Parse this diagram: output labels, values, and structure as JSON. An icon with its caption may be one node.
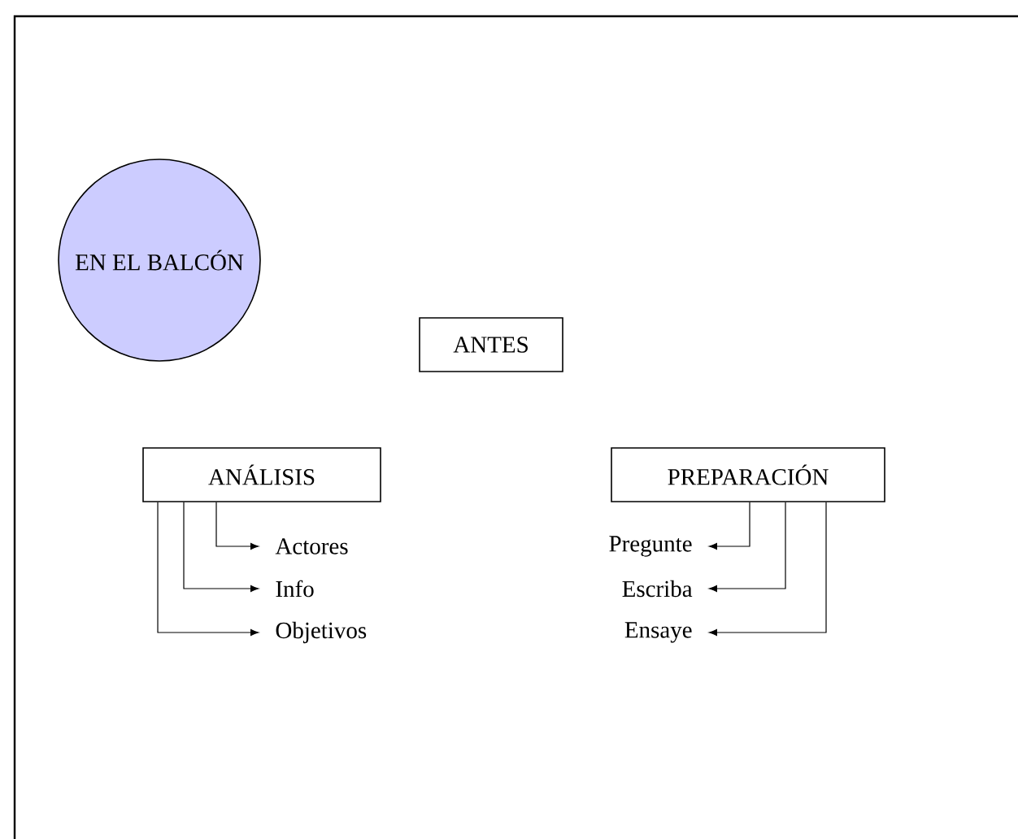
{
  "diagram": {
    "nodes": [
      {
        "text": [
          "EN EL BALCÓN"
        ]
      },
      {
        "text": [
          "ANTES"
        ]
      },
      {
        "text": [
          "ANÁLISIS"
        ]
      },
      {
        "text": [
          "PREPARACIÓN"
        ]
      },
      {
        "text": [
          "Actores"
        ]
      },
      {
        "text": [
          "Info"
        ]
      },
      {
        "text": [
          "Objetivos"
        ]
      },
      {
        "text": [
          "Pregunte"
        ]
      },
      {
        "text": [
          "Escriba"
        ]
      },
      {
        "text": [
          "Ensaye"
        ]
      }
    ],
    "edges": [
      {
        "from": 2,
        "to": 4,
        "arrow": "to"
      },
      {
        "from": 2,
        "to": 5,
        "arrow": "to"
      },
      {
        "from": 2,
        "to": 6,
        "arrow": "to"
      },
      {
        "from": 3,
        "to": 7,
        "arrow": "to"
      },
      {
        "from": 3,
        "to": 8,
        "arrow": "to"
      },
      {
        "from": 3,
        "to": 9,
        "arrow": "to"
      }
    ]
  }
}
